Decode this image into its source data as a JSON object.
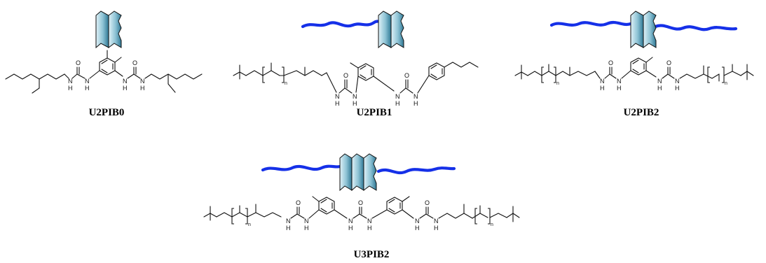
{
  "molecules": [
    {
      "id": "u2pib0",
      "label": "U2PIB0"
    },
    {
      "id": "u2pib1",
      "label": "U2PIB1"
    },
    {
      "id": "u2pib2",
      "label": "U2PIB2"
    },
    {
      "id": "u3pib2",
      "label": "U3PIB2"
    }
  ],
  "atoms": {
    "oxygen": "O",
    "nitrogen": "N",
    "hydrogen": "H",
    "repeat": "n"
  },
  "colors": {
    "chain": "#1530e8",
    "tape_light": "#d6ecf4",
    "tape_dark": "#3f8ba8",
    "bond": "#111111"
  },
  "icons": {
    "stack": "hydrogen-bond-stack-icon",
    "chain": "polyisobutylene-chain-icon"
  }
}
